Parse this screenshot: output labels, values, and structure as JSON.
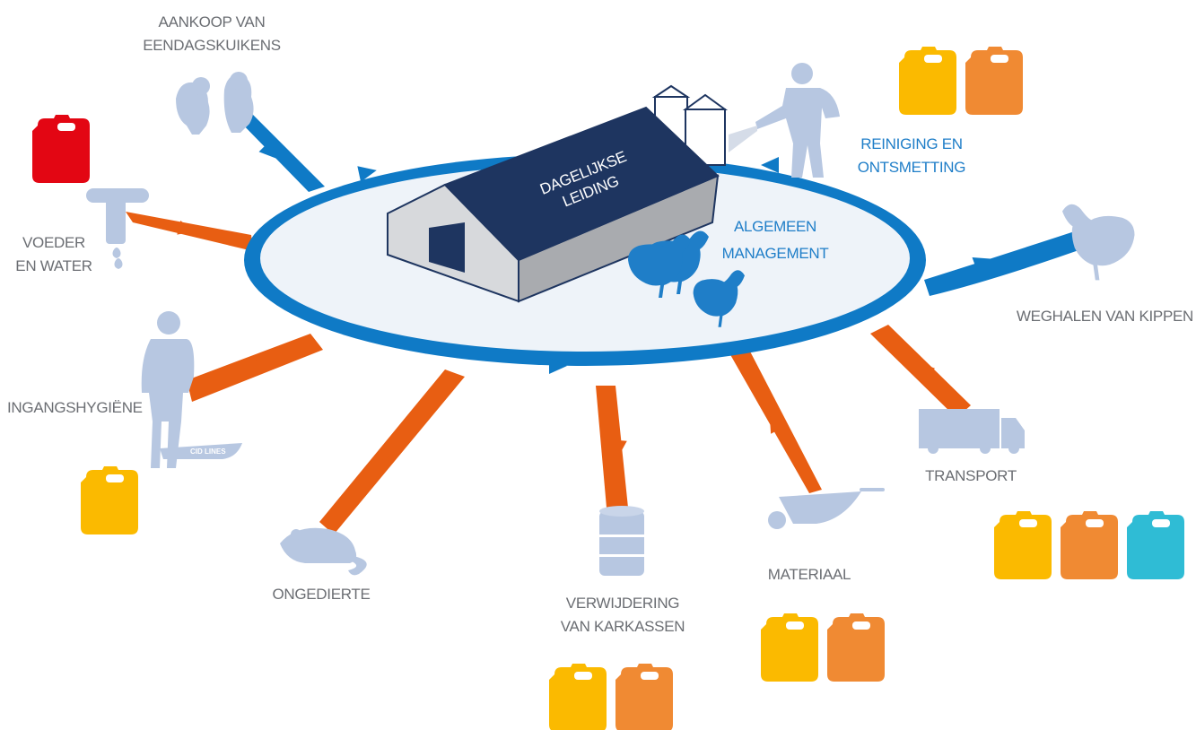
{
  "colors": {
    "orange_arrow": "#e85e12",
    "blue_ring": "#0f7ac6",
    "ellipse_fill": "#eef3f9",
    "barn_roof": "#1e3560",
    "barn_wall": "#d7d9dc",
    "silhouette": "#b7c7e1",
    "chicken_blue": "#1f7ec8",
    "jerrycan_red": "#e30613",
    "jerrycan_yellow": "#fbba00",
    "jerrycan_orange": "#f08a33",
    "jerrycan_cyan": "#2fbcd5"
  },
  "center": {
    "barn_line1": "DAGELIJKSE",
    "barn_line2": "LEIDING",
    "management_line1": "ALGEMEEN",
    "management_line2": "MANAGEMENT"
  },
  "labels": {
    "chicks_line1": "AANKOOP VAN",
    "chicks_line2": "EENDAGSKUIKENS",
    "feed_line1": "VOEDER",
    "feed_line2": "EN WATER",
    "hygiene": "INGANGSHYGIËNE",
    "pests": "ONGEDIERTE",
    "carcass_line1": "VERWIJDERING",
    "carcass_line2": "VAN KARKASSEN",
    "material": "MATERIAAL",
    "transport": "TRANSPORT",
    "removal": "WEGHALEN VAN KIPPEN",
    "cleaning_line1": "REINIGING EN",
    "cleaning_line2": "ONTSMETTING"
  },
  "brand": "CID LINES",
  "icons": {
    "chicks": "chick-icon",
    "feed": "water-pipe-icon",
    "hygiene": "person-icon",
    "pests": "rat-icon",
    "carcass": "barrel-icon",
    "material": "wheelbarrow-icon",
    "transport": "truck-icon",
    "removal": "hen-icon",
    "cleaning": "sprayer-person-icon",
    "products": "jerrycan-icon"
  }
}
